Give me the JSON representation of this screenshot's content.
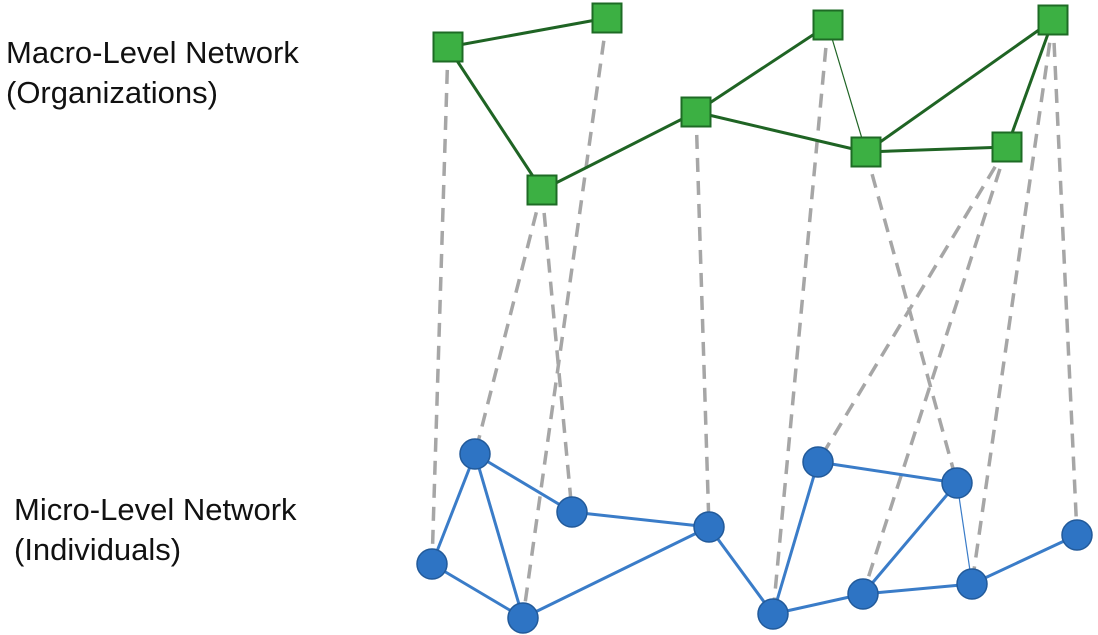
{
  "labels": {
    "macro": {
      "line1": "Macro-Level Network",
      "line2": "(Organizations)"
    },
    "micro": {
      "line1": "Micro-Level Network",
      "line2": "(Individuals)"
    }
  },
  "colors": {
    "org_fill": "#3cb043",
    "org_stroke": "#1e6b25",
    "org_edge": "#1f6424",
    "ind_fill": "#2e74c4",
    "ind_stroke": "#225a9a",
    "ind_edge": "#3a7cc8",
    "link_dashed": "#a6a6a6"
  },
  "organizations": [
    {
      "id": "A"
    },
    {
      "id": "B"
    },
    {
      "id": "C"
    },
    {
      "id": "D"
    },
    {
      "id": "E"
    },
    {
      "id": "F"
    },
    {
      "id": "G"
    },
    {
      "id": "H"
    }
  ],
  "individuals": [
    {
      "id": "i1"
    },
    {
      "id": "i2"
    },
    {
      "id": "i3"
    },
    {
      "id": "i4"
    },
    {
      "id": "i5"
    },
    {
      "id": "i6"
    },
    {
      "id": "i7"
    },
    {
      "id": "i8"
    },
    {
      "id": "i9"
    },
    {
      "id": "i10"
    },
    {
      "id": "i11"
    }
  ],
  "org_edges": [
    {
      "from": "A",
      "to": "B",
      "weight": "strong"
    },
    {
      "from": "A",
      "to": "C",
      "weight": "strong"
    },
    {
      "from": "C",
      "to": "D",
      "weight": "strong"
    },
    {
      "from": "D",
      "to": "E",
      "weight": "strong"
    },
    {
      "from": "D",
      "to": "F",
      "weight": "strong"
    },
    {
      "from": "E",
      "to": "F",
      "weight": "weak"
    },
    {
      "from": "F",
      "to": "G",
      "weight": "strong"
    },
    {
      "from": "F",
      "to": "H",
      "weight": "strong"
    },
    {
      "from": "G",
      "to": "H",
      "weight": "strong"
    }
  ],
  "individual_edges": [
    {
      "from": "i1",
      "to": "i2",
      "weight": "strong"
    },
    {
      "from": "i1",
      "to": "i3",
      "weight": "strong"
    },
    {
      "from": "i1",
      "to": "i4",
      "weight": "strong"
    },
    {
      "from": "i2",
      "to": "i3",
      "weight": "strong"
    },
    {
      "from": "i3",
      "to": "i5",
      "weight": "strong"
    },
    {
      "from": "i4",
      "to": "i5",
      "weight": "strong"
    },
    {
      "from": "i5",
      "to": "i6",
      "weight": "strong"
    },
    {
      "from": "i6",
      "to": "i7",
      "weight": "strong"
    },
    {
      "from": "i6",
      "to": "i8",
      "weight": "strong"
    },
    {
      "from": "i7",
      "to": "i9",
      "weight": "strong"
    },
    {
      "from": "i8",
      "to": "i9",
      "weight": "strong"
    },
    {
      "from": "i8",
      "to": "i10",
      "weight": "strong"
    },
    {
      "from": "i9",
      "to": "i10",
      "weight": "weak"
    },
    {
      "from": "i10",
      "to": "i11",
      "weight": "strong"
    }
  ],
  "affiliations": [
    {
      "org": "A",
      "ind": "i2"
    },
    {
      "org": "B",
      "ind": "i3"
    },
    {
      "org": "C",
      "ind": "i1"
    },
    {
      "org": "C",
      "ind": "i4"
    },
    {
      "org": "D",
      "ind": "i5"
    },
    {
      "org": "E",
      "ind": "i6"
    },
    {
      "org": "F",
      "ind": "i9"
    },
    {
      "org": "G",
      "ind": "i7"
    },
    {
      "org": "G",
      "ind": "i8"
    },
    {
      "org": "H",
      "ind": "i10"
    },
    {
      "org": "H",
      "ind": "i11"
    }
  ]
}
